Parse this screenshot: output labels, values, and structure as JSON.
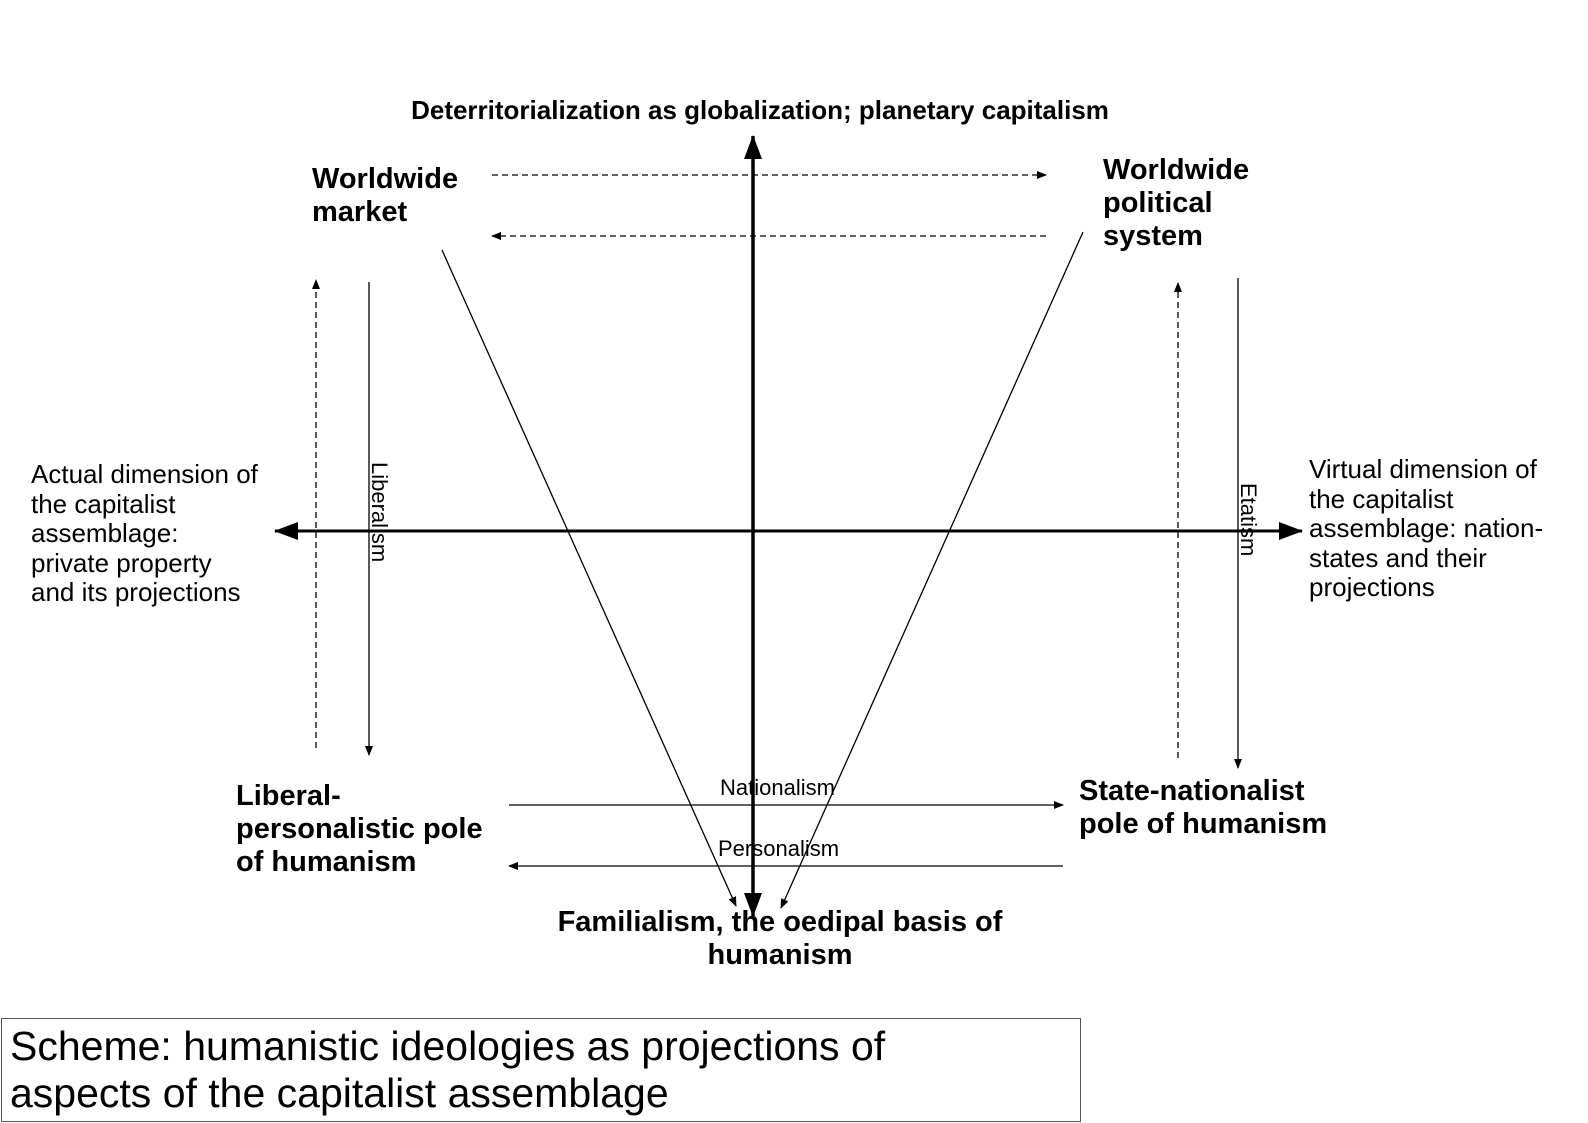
{
  "colors": {
    "background": "#ffffff",
    "ink": "#000000",
    "caption_border": "#555555"
  },
  "diagram": {
    "top_label": "Deterritorialization as globalization; planetary capitalism",
    "nodes": {
      "worldwide_market": [
        "Worldwide",
        "market"
      ],
      "worldwide_political_system": [
        "Worldwide",
        "political",
        "system"
      ],
      "liberal_pole": [
        "Liberal-",
        "personalistic pole",
        "of humanism"
      ],
      "state_nationalist_pole": [
        "State-nationalist",
        "pole of humanism"
      ],
      "familialism": [
        "Familialism, the oedipal basis of",
        "humanism"
      ]
    },
    "side_labels": {
      "actual_dimension": [
        "Actual dimension of",
        "the capitalist",
        "assemblage:",
        "private property",
        "and its projections"
      ],
      "virtual_dimension": [
        "Virtual dimension of",
        "the capitalist",
        "assemblage: nation-",
        "states and their",
        "projections"
      ]
    },
    "arrow_labels": {
      "liberalism": "Liberalism",
      "etatism": "Etatism",
      "nationalism": "Nationalism",
      "personalism": "Personalism"
    }
  },
  "caption": {
    "lines": [
      "Scheme: humanistic ideologies as projections of",
      "aspects of the capitalist assemblage"
    ]
  }
}
